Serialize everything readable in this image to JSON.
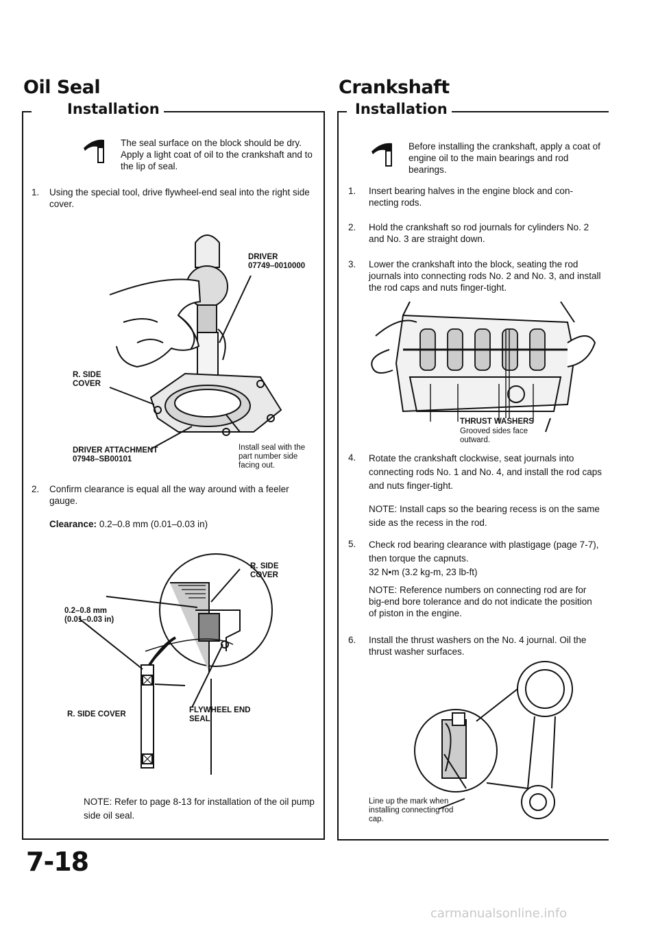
{
  "left": {
    "title": "Oil Seal",
    "section": "Installation",
    "note_text": "The seal surface on the block should be dry.\nApply a light coat of oil to the crankshaft and to the lip of seal.",
    "step1_num": "1.",
    "step1": "Using the special tool, drive flywheel-end seal into the right side cover.",
    "fig1": {
      "driver": "DRIVER\n07749–0010000",
      "rside": "R. SIDE\nCOVER",
      "attachment": "DRIVER ATTACHMENT\n07948–SB00101",
      "install_note": "Install seal with the\npart number side\nfacing out."
    },
    "step2_num": "2.",
    "step2": "Confirm clearance is equal all the way around with a feeler gauge.",
    "clearance_label": "Clearance:",
    "clearance_value": "0.2–0.8 mm (0.01–0.03 in)",
    "fig2": {
      "rside_top": "R. SIDE\nCOVER",
      "gap": "0.2–0.8 mm\n(0.01–0.03 in)",
      "rside_left": "R. SIDE COVER",
      "flywheel": "FLYWHEEL END\nSEAL"
    },
    "note_bottom": "NOTE: Refer to page 8-13 for installation of the oil pump side oil seal."
  },
  "right": {
    "title": "Crankshaft",
    "section": "Installation",
    "note_text": "Before installing the crankshaft, apply a coat of engine oil to the main bearings and rod bearings.",
    "steps": [
      {
        "num": "1.",
        "text": "Insert bearing halves in the engine block and con-necting rods."
      },
      {
        "num": "2.",
        "text": "Hold the crankshaft so rod journals for cylinders No. 2 and No. 3 are straight down."
      },
      {
        "num": "3.",
        "text": "Lower the crankshaft into the block, seating the rod journals into connecting rods No. 2 and No. 3, and install the rod caps and nuts finger-tight."
      },
      {
        "num": "4.",
        "text": "Rotate the crankshaft clockwise, seat journals into connecting rods No. 1 and No. 4, and install the rod caps and nuts finger-tight."
      },
      {
        "num": "5.",
        "text": "Check rod bearing clearance with plastigage (page 7-7), then torque the capnuts.\n32 N•m (3.2 kg-m, 23 lb-ft)"
      },
      {
        "num": "6.",
        "text": "Install the thrust washers on the No. 4 journal. Oil the thrust washer surfaces."
      }
    ],
    "note4": "NOTE: Install caps so the bearing recess is on the same side as the recess in the rod.",
    "note5": "NOTE: Reference numbers on connecting rod are for big-end bore tolerance and do not indicate the position of piston in the engine.",
    "fig3": {
      "thrust": "THRUST WASHERS",
      "grooved": "Grooved sides face\noutward."
    },
    "fig4": {
      "lineup": "Line up the mark when\ninstalling connecting rod\ncap."
    }
  },
  "page_number": "7-18",
  "watermark": "carmanualsonline.info"
}
